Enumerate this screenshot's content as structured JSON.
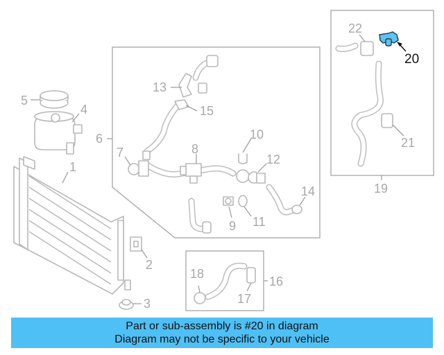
{
  "callouts": {
    "c1": "1",
    "c2": "2",
    "c3": "3",
    "c4": "4",
    "c5": "5",
    "c6": "6",
    "c7": "7",
    "c8": "8",
    "c9": "9",
    "c10": "10",
    "c11": "11",
    "c12": "12",
    "c13": "13",
    "c14": "14",
    "c15": "15",
    "c16": "16",
    "c17": "17",
    "c18": "18",
    "c19": "19",
    "c20": "20",
    "c21": "21",
    "c22": "22"
  },
  "highlight": {
    "part_number": "20",
    "color": "#5fc3ee"
  },
  "banner": {
    "line1": "Part or sub-assembly is #20 in diagram",
    "line2": "Diagram may not be specific to your vehicle",
    "background": "#4ec0f5"
  }
}
